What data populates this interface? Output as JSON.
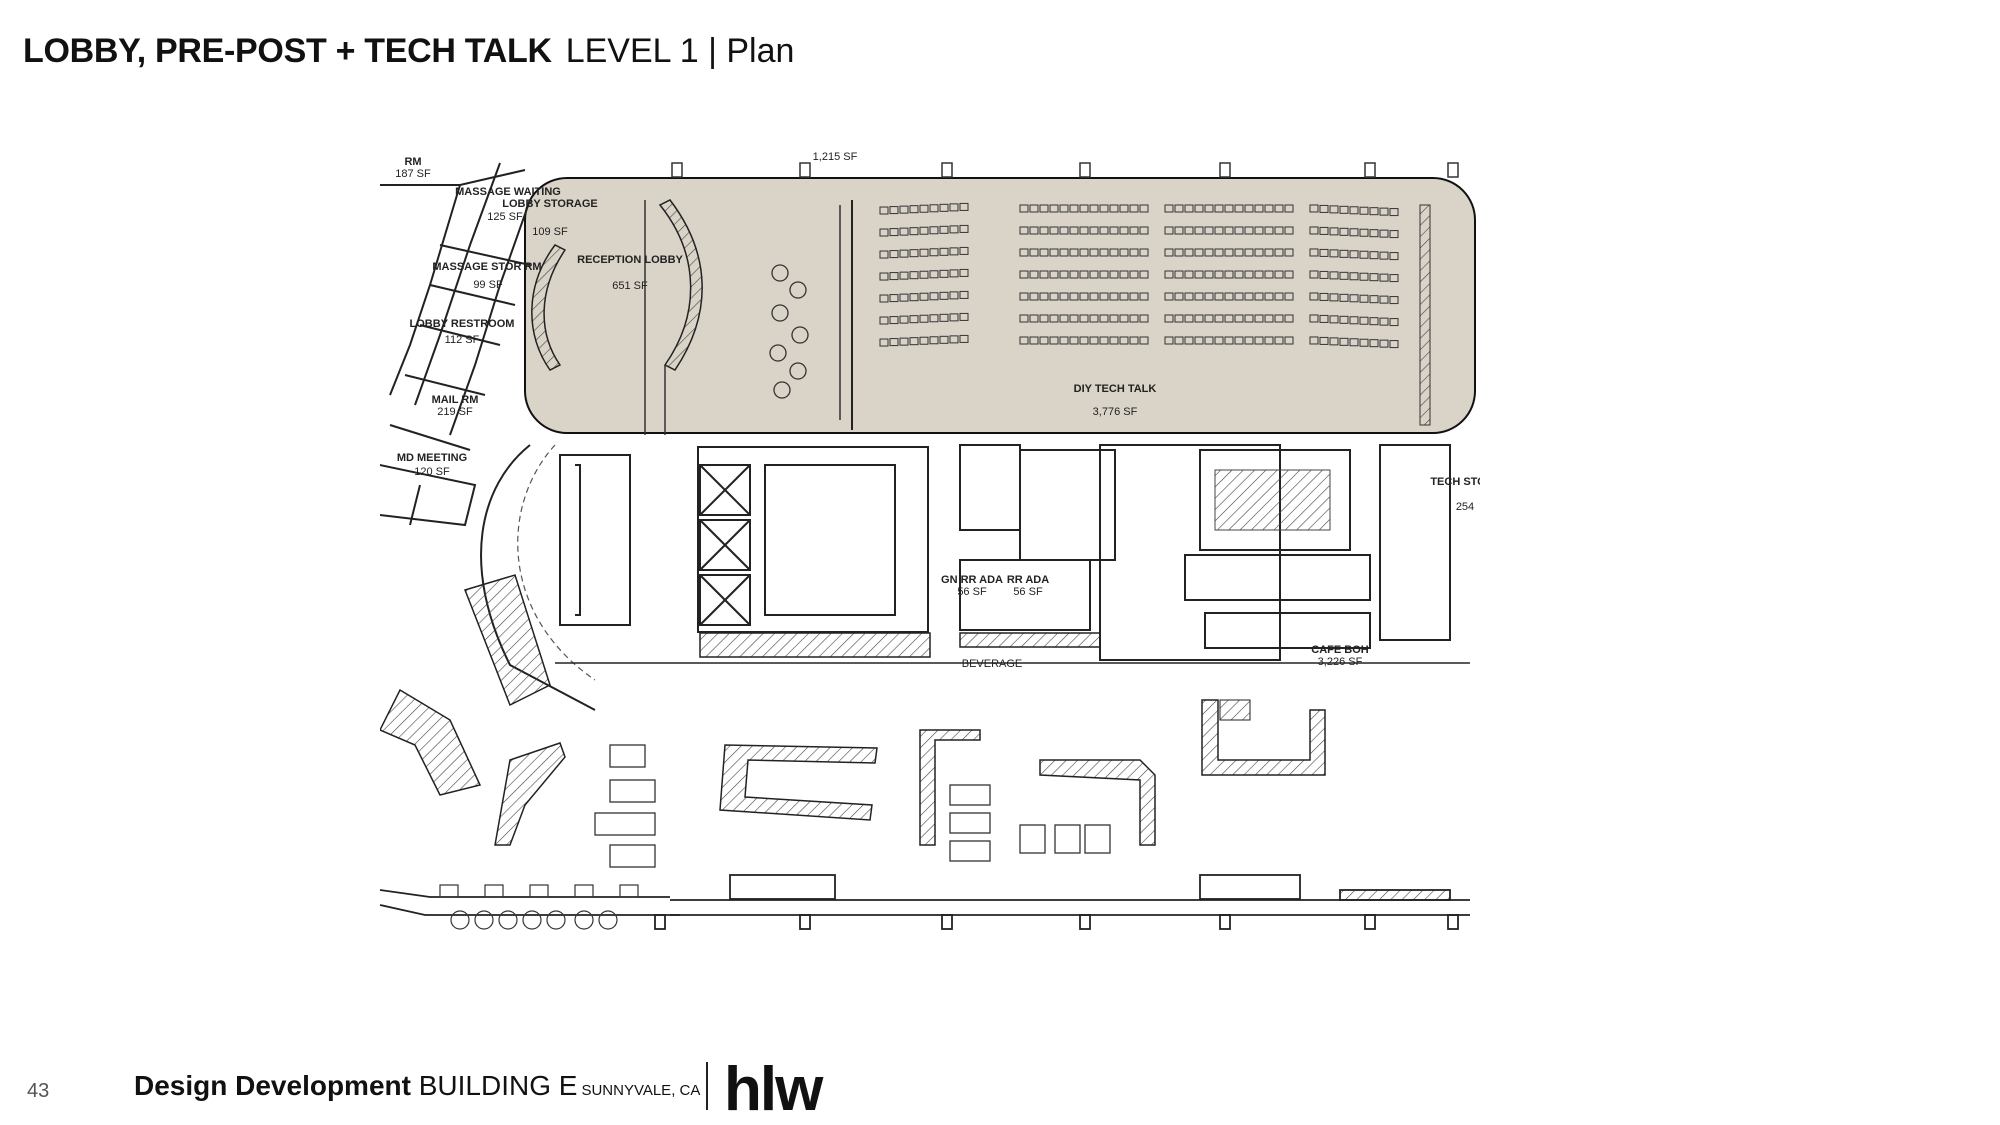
{
  "header": {
    "title_bold": "LOBBY, PRE-POST + TECH TALK",
    "title_regular": "LEVEL 1 | Plan"
  },
  "plan": {
    "rooms": [
      {
        "name": "RM",
        "area": "187 SF"
      },
      {
        "name": "MASSAGE WAITING",
        "area": "125 SF"
      },
      {
        "name": "LOBBY STORAGE",
        "area": "109 SF"
      },
      {
        "name": "MASSAGE STOR RM",
        "area": "99 SF"
      },
      {
        "name": "RECEPTION LOBBY",
        "area": "651 SF"
      },
      {
        "name": "LOBBY RESTROOM",
        "area": "112 SF"
      },
      {
        "name": "MAIL RM",
        "area": "219 SF"
      },
      {
        "name": "MD MEETING",
        "area": "120 SF"
      },
      {
        "name": "DIY TECH TALK",
        "area": "3,776 SF"
      },
      {
        "name": "GN RR ADA",
        "area": "56 SF"
      },
      {
        "name": "RR ADA",
        "area": "56 SF"
      },
      {
        "name": "BEVERAGE",
        "area": ""
      },
      {
        "name": "CAFE BOH",
        "area": "3,226 SF"
      },
      {
        "name": "TECH STOR",
        "area": "254"
      }
    ],
    "top_label": "1,215 SF"
  },
  "footer": {
    "page_number": "43",
    "phase": "Design Development",
    "building": "BUILDING E",
    "location": "SUNNYVALE, CA",
    "logo": "hlw"
  }
}
